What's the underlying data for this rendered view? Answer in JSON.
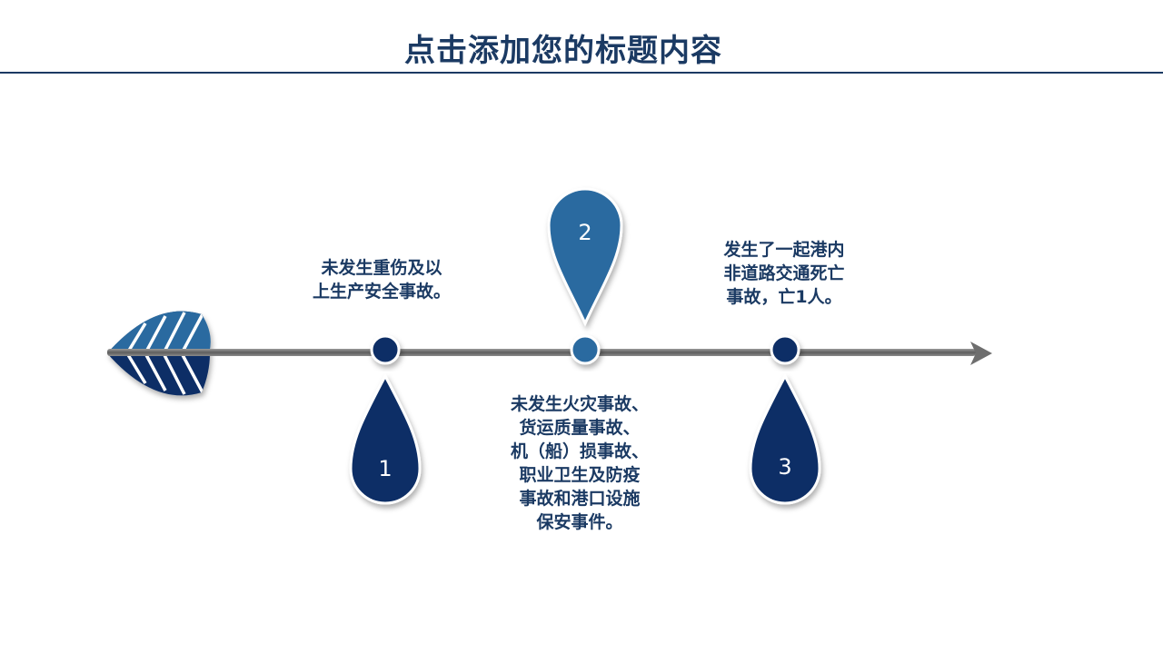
{
  "title": "点击添加您的标题内容",
  "colors": {
    "navy": "#0d2f66",
    "mid_blue": "#2a6aa0",
    "title_text": "#1b3a63",
    "axis_gray": "#6e6e6e"
  },
  "icons": {
    "start": "leaf-arrow-fletching-icon",
    "end": "arrow-head-icon"
  },
  "milestones": [
    {
      "number": "1",
      "text": "未发生重伤及以\n上生产安全事故。"
    },
    {
      "number": "2",
      "text": "未发生火灾事故、\n货运质量事故、\n机（船）损事故、\n职业卫生及防疫\n事故和港口设施\n保安事件。"
    },
    {
      "number": "3",
      "text": "发生了一起港内\n非道路交通死亡\n事故，亡1人。"
    }
  ]
}
